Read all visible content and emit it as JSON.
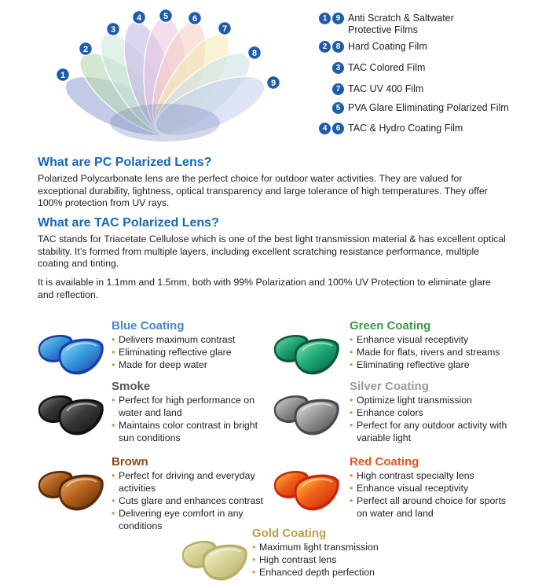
{
  "fan": {
    "numbers": [
      "1",
      "2",
      "3",
      "4",
      "5",
      "6",
      "7",
      "8",
      "9"
    ],
    "colors": [
      "#9aa7d6",
      "#b7d8b3",
      "#cfe6df",
      "#c6b9e6",
      "#e8c8e3",
      "#f6cfc6",
      "#f2ebb8",
      "#cde3e6",
      "#c7d2ef"
    ]
  },
  "legend": [
    {
      "badges": [
        "1",
        "9"
      ],
      "text": "Anti Scratch & Saltwater Protective Films"
    },
    {
      "badges": [
        "2",
        "8"
      ],
      "text": "Hard Coating Film"
    },
    {
      "badges": [
        "3"
      ],
      "text": "TAC Colored Film"
    },
    {
      "badges": [
        "7"
      ],
      "text": "TAC UV 400 Film"
    },
    {
      "badges": [
        "5"
      ],
      "text": "PVA Glare Eliminating Polarized Film"
    },
    {
      "badges": [
        "4",
        "6"
      ],
      "text": "TAC & Hydro Coating Film"
    }
  ],
  "pc": {
    "title": "What are PC Polarized Lens?",
    "body": "Polarized Polycarbonate lens are the perfect choice for outdoor water activities. They are valued for exceptional durability, lightness, optical transparency and large tolerance of high temperatures. They offer 100% protection from UV rays."
  },
  "tac": {
    "title": "What are TAC Polarized Lens?",
    "body1": "TAC stands for Triacetate Cellulose which is one of the best light transmission material & has excellent optical stability. It’s formed from multiple layers, including excellent scratching resistance performance, multiple coating and tinting.",
    "body2": "It is available in 1.1mm and 1.5mm, both with 99% Polarization and 100% UV Protection to eliminate glare and reflection."
  },
  "coatings": [
    {
      "title": "Blue Coating",
      "color": "#4a86c5",
      "lens": [
        "#1a3fa8",
        "#3aa0e0",
        "#9fdcf5"
      ],
      "items": [
        "Delivers maximum contrast",
        "Eliminating reflective glare",
        "Made for deep water"
      ]
    },
    {
      "title": "Green Coating",
      "color": "#3a9a4a",
      "lens": [
        "#0b5a3a",
        "#1fae7a",
        "#8de0b8"
      ],
      "items": [
        "Enhance visual receptivity",
        "Made for flats, rivers and streams",
        "Eliminating reflective glare"
      ]
    },
    {
      "title": "Smoke",
      "color": "#555555",
      "lens": [
        "#111111",
        "#3a3a3a",
        "#8a8a8a"
      ],
      "items": [
        "Perfect for high performance on water and land",
        "Maintains color contrast in bright sun conditions"
      ]
    },
    {
      "title": "Silver Coating",
      "color": "#9a9a9a",
      "lens": [
        "#4a4a4a",
        "#9a9a9a",
        "#e4e4e4"
      ],
      "items": [
        "Optimize light transmission",
        "Enhance colors",
        "Perfect for any outdoor activity with variable light"
      ]
    },
    {
      "title": "Brown",
      "color": "#8a4a1e",
      "lens": [
        "#5a2a08",
        "#b8651e",
        "#e8b070"
      ],
      "items": [
        "Perfect for driving and everyday activities",
        "Cuts glare and enhances contrast",
        "Delivering eye comfort in any conditions"
      ]
    },
    {
      "title": "Red Coating",
      "color": "#e0581e",
      "lens": [
        "#c8260a",
        "#f0641a",
        "#ffd040"
      ],
      "items": [
        "High contrast specialty lens",
        "Enhance visual receptivity",
        "Perfect all around choice for sports on water and land"
      ]
    },
    {
      "title": "Gold Coating",
      "color": "#b8a048",
      "lens": [
        "#b8b06a",
        "#d8d49a",
        "#f4f2d4"
      ],
      "items": [
        "Maximum light transmission",
        "High contrast lens",
        "Enhanced depth perfection"
      ]
    }
  ]
}
